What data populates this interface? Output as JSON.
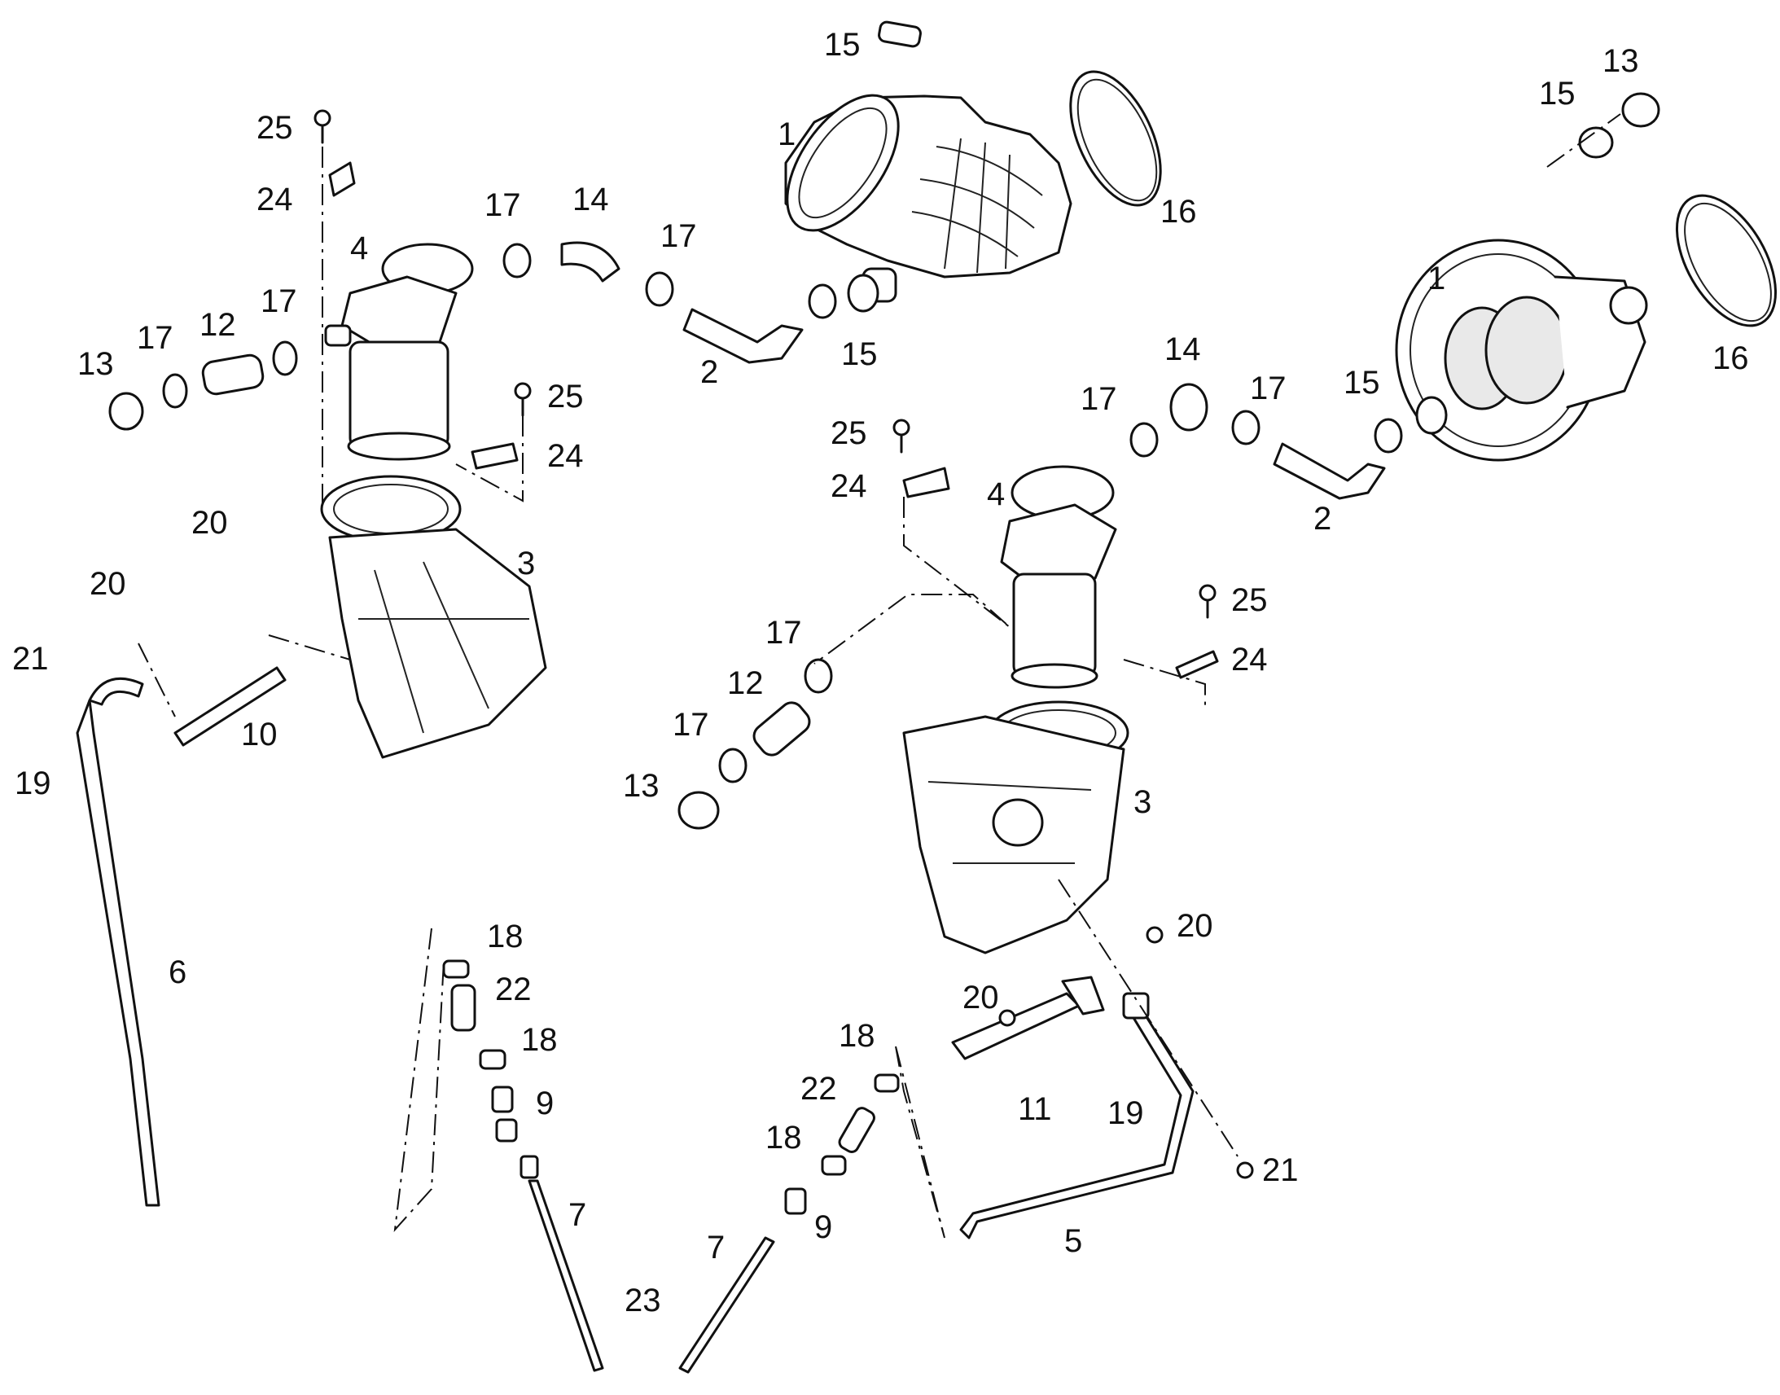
{
  "diagram": {
    "type": "exploded-parts-diagram",
    "colors": {
      "line": "#111111",
      "fill": "#ffffff",
      "shade": "#e9e9e9"
    },
    "callouts": [
      "1",
      "1",
      "2",
      "2",
      "3",
      "3",
      "4",
      "4",
      "5",
      "6",
      "7",
      "7",
      "9",
      "9",
      "10",
      "11",
      "12",
      "12",
      "13",
      "13",
      "13",
      "14",
      "14",
      "15",
      "15",
      "15",
      "15",
      "16",
      "16",
      "17",
      "17",
      "17",
      "17",
      "17",
      "17",
      "17",
      "17",
      "18",
      "18",
      "18",
      "18",
      "19",
      "19",
      "20",
      "20",
      "20",
      "20",
      "21",
      "21",
      "22",
      "22",
      "23",
      "24",
      "24",
      "24",
      "24",
      "25",
      "25",
      "25",
      "25"
    ]
  }
}
